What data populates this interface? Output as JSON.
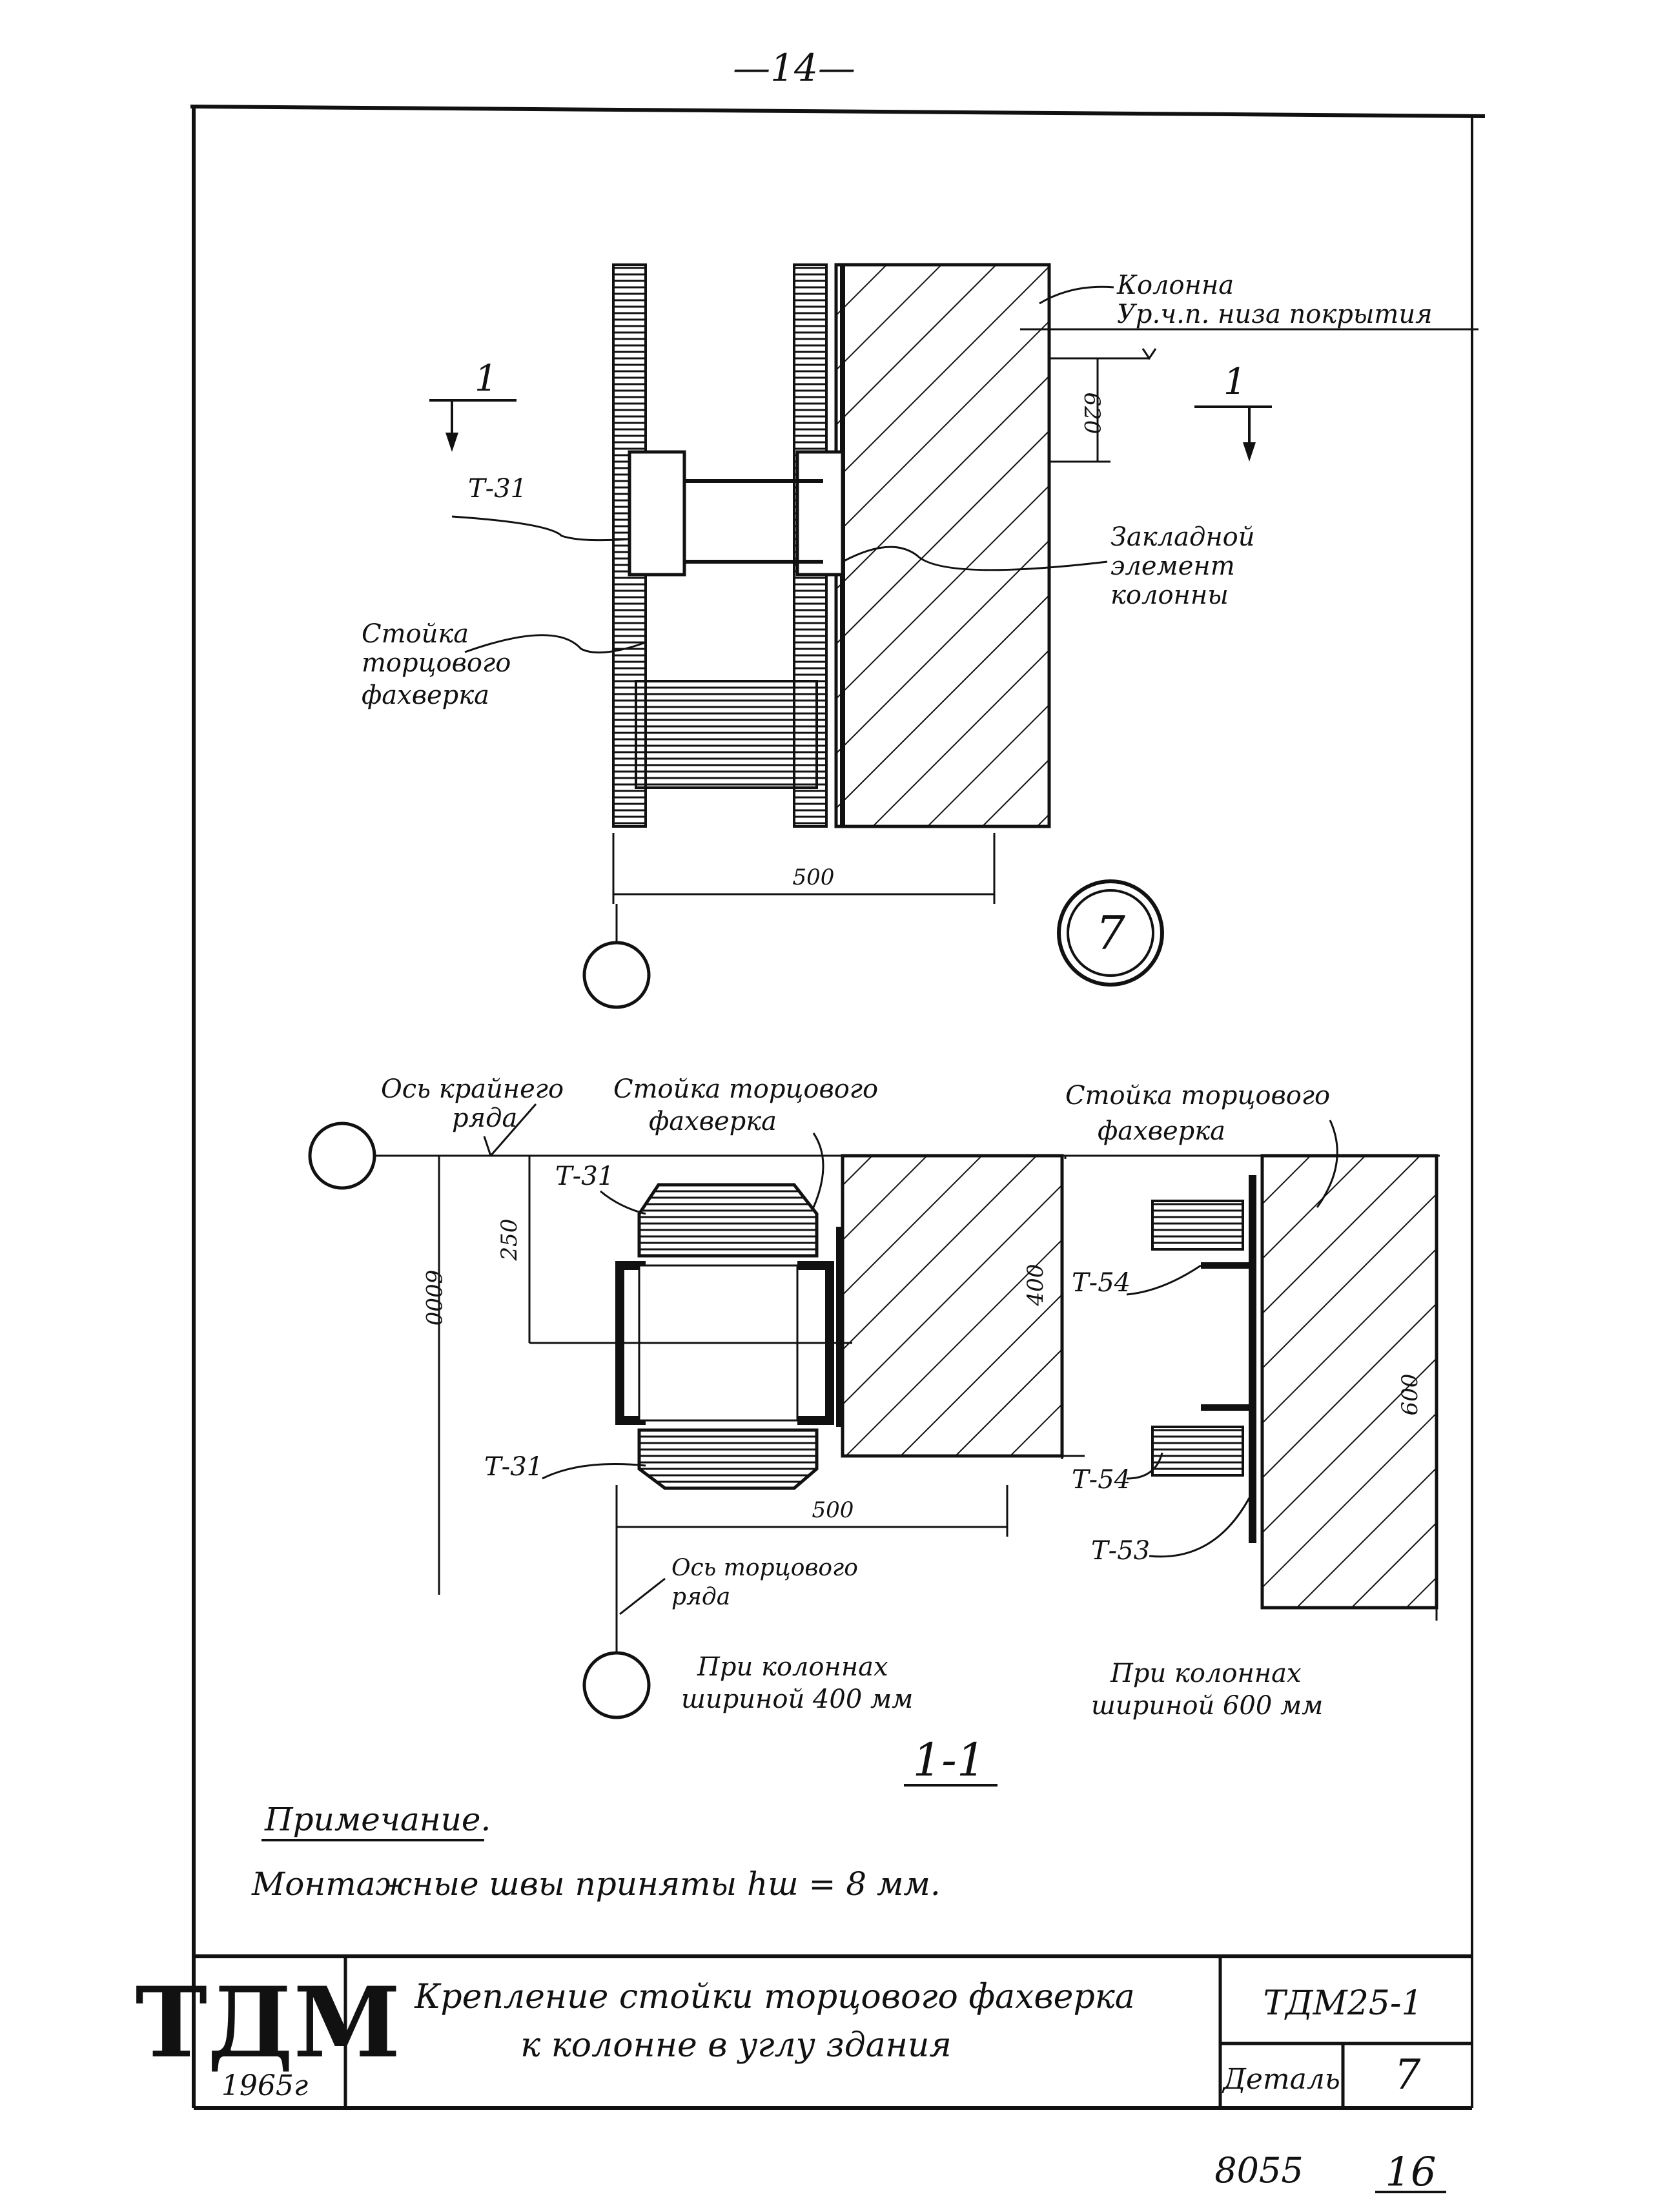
{
  "page_number": "—14—",
  "top_view": {
    "labels": {
      "column": "Колонна",
      "roof_level": "Ур.ч.п. низа покрытия",
      "t31": "Т-31",
      "embedded_1": "Закладной",
      "embedded_2": "элемент",
      "embedded_3": "колонны",
      "post_1": "Стойка",
      "post_2": "торцового",
      "post_3": "фахверка"
    },
    "section_mark": "1",
    "dims": {
      "d500": "500",
      "d620": "620"
    },
    "detail_number": "7"
  },
  "section_view": {
    "axis_outer_1": "Ось крайнего",
    "axis_outer_2": "ряда",
    "post_left_1": "Стойка торцового",
    "post_left_2": "фахверка",
    "post_right_1": "Стойка торцового",
    "post_right_2": "фахверка",
    "t31_top": "Т-31",
    "t31_bottom": "Т-31",
    "t54_top": "Т-54",
    "t54_bottom": "Т-54",
    "t53": "Т-53",
    "dims": {
      "d250": "250",
      "d6000": "6000",
      "d400": "400",
      "d500": "500",
      "d600": "600"
    },
    "axis_end_1": "Ось торцового",
    "axis_end_2": "ряда",
    "caption_400_1": "При колоннах",
    "caption_400_2": "шириной 400 мм",
    "caption_600_1": "При колоннах",
    "caption_600_2": "шириной 600 мм",
    "section_label": "1-1"
  },
  "note": {
    "heading": "Примечание.",
    "text": "Монтажные швы приняты hш = 8 мм."
  },
  "title_block": {
    "logo": "ТДМ",
    "year": "1965г",
    "title_line1": "Крепление стойки торцового фахверка",
    "title_line2": "к колонне в углу здания",
    "code": "ТДМ25-1",
    "detail_label": "Деталь",
    "detail_value": "7"
  },
  "footer": {
    "number": "8055",
    "page": "16"
  }
}
